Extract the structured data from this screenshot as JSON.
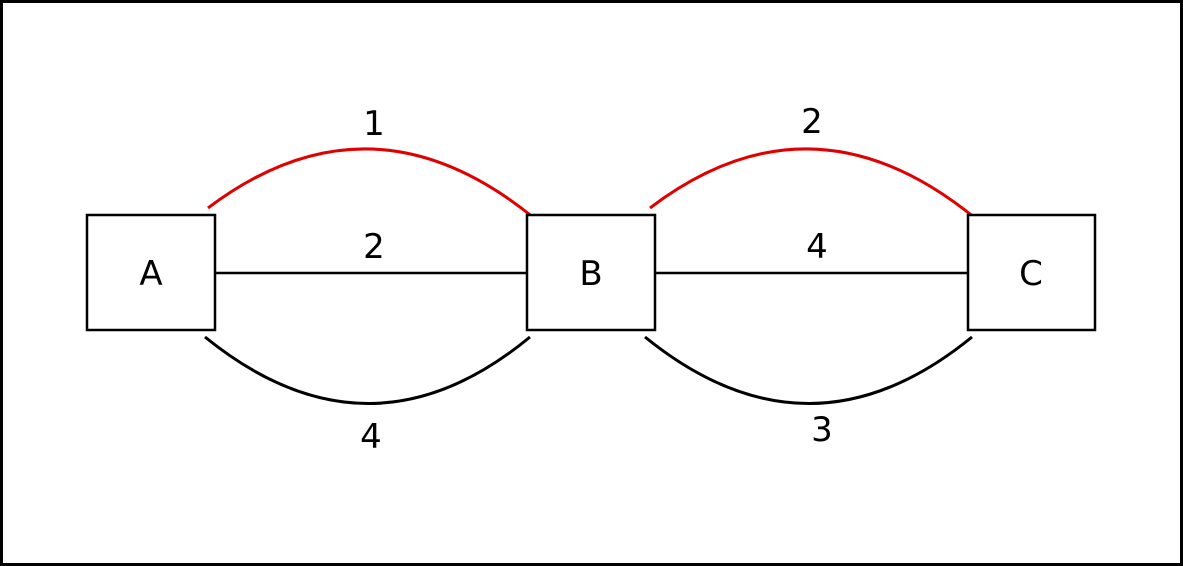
{
  "nodes": {
    "a": {
      "label": "A"
    },
    "b": {
      "label": "B"
    },
    "c": {
      "label": "C"
    }
  },
  "edges": {
    "a_b_top": {
      "from": "A",
      "to": "B",
      "label": "1",
      "color": "#e00000"
    },
    "a_b_mid": {
      "from": "A",
      "to": "B",
      "label": "2",
      "color": "#000000"
    },
    "a_b_bottom": {
      "from": "A",
      "to": "B",
      "label": "4",
      "color": "#000000"
    },
    "b_c_top": {
      "from": "B",
      "to": "C",
      "label": "2",
      "color": "#e00000"
    },
    "b_c_mid": {
      "from": "B",
      "to": "C",
      "label": "4",
      "color": "#000000"
    },
    "b_c_bottom": {
      "from": "B",
      "to": "C",
      "label": "3",
      "color": "#000000"
    }
  }
}
